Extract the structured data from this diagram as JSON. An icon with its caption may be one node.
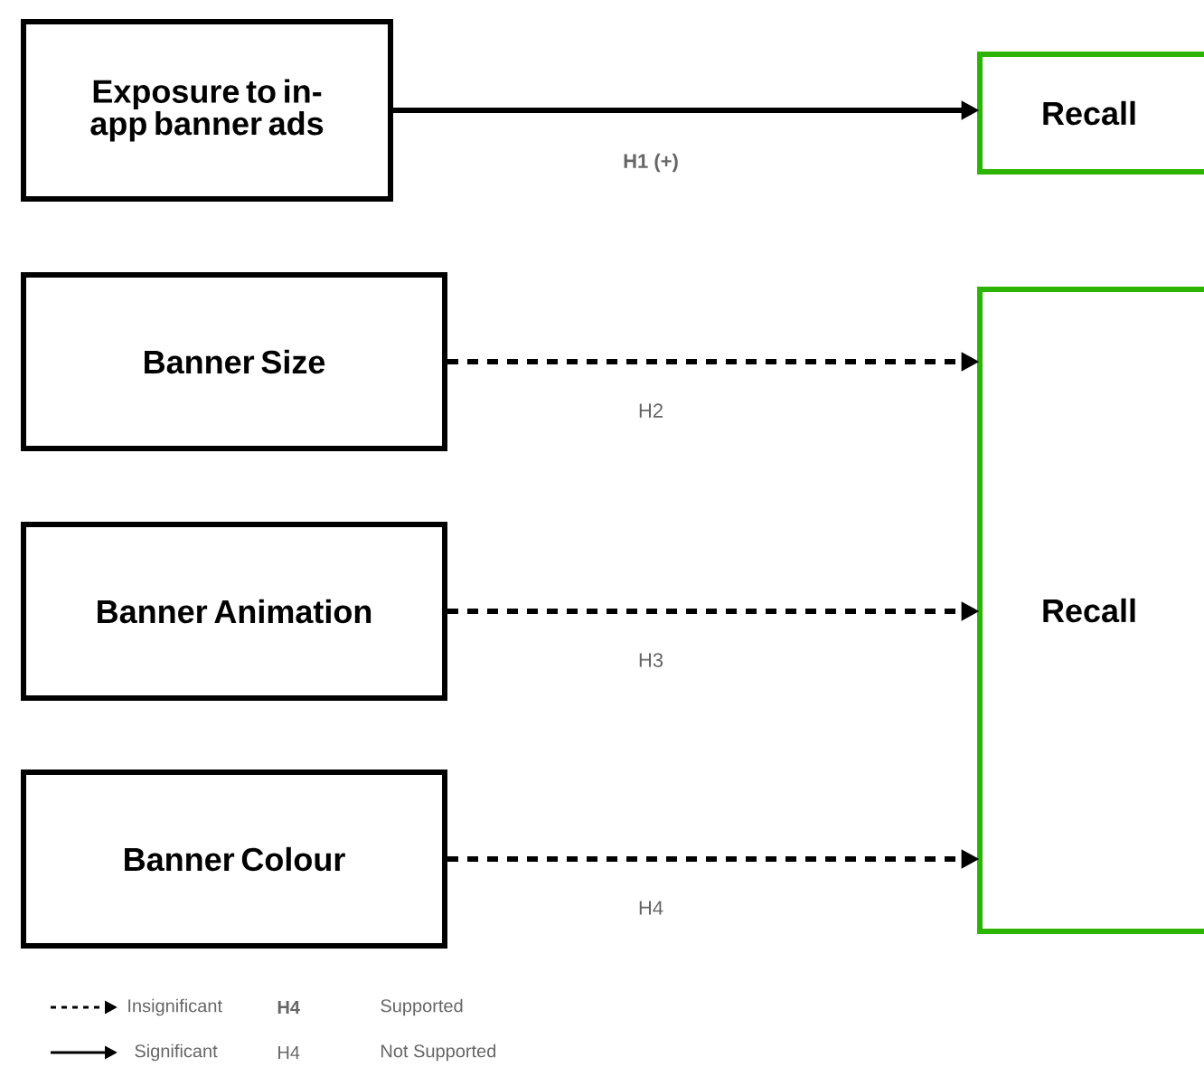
{
  "diagram": {
    "nodes": [
      {
        "text": [
          "Exposure to in-app banner ads"
        ]
      },
      {
        "text": [
          "Recall"
        ]
      },
      {
        "text": [
          "Banner Size"
        ]
      },
      {
        "text": [
          "Banner Animation"
        ]
      },
      {
        "text": [
          "Banner Colour"
        ]
      },
      {
        "text": [
          "Recall"
        ]
      }
    ],
    "edges": [
      {
        "from": 0,
        "to": 1,
        "arrow": "to",
        "label": "H1 (+)"
      },
      {
        "from": 2,
        "to": 5,
        "arrow": "to",
        "label": "H2",
        "style": "dashed"
      },
      {
        "from": 3,
        "to": 5,
        "arrow": "to",
        "label": "H3",
        "style": "dashed"
      },
      {
        "from": 4,
        "to": 5,
        "arrow": "to",
        "label": "H4",
        "style": "dashed"
      }
    ],
    "labels": [
      "H4",
      "Supported",
      "H4",
      "Not Supported"
    ],
    "legend": [
      {
        "text": "Insignificant"
      },
      {
        "text": "Significant"
      }
    ]
  }
}
